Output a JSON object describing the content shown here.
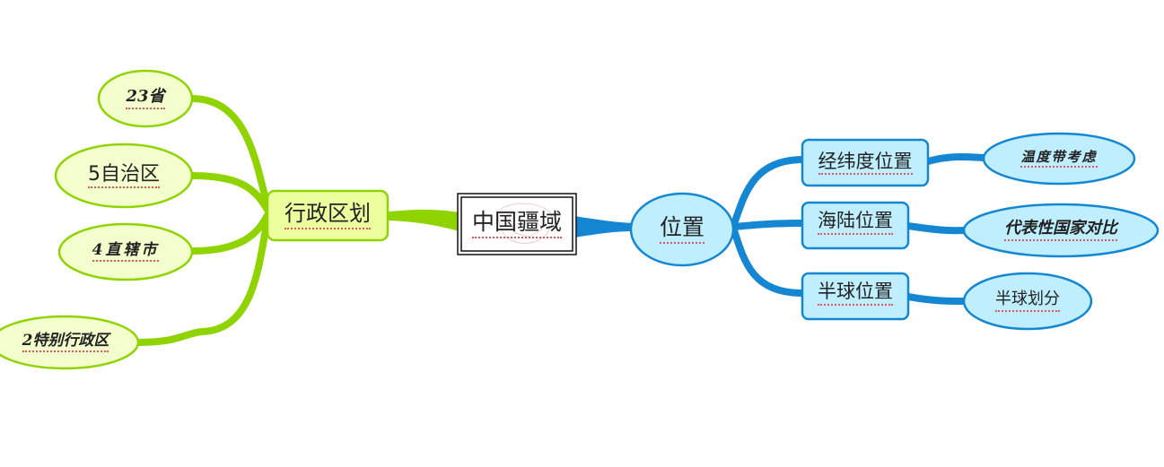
{
  "central": {
    "label": "中国疆域"
  },
  "left_branch": {
    "label": "行政区划",
    "children": [
      "23省",
      "5自治区",
      "4直辖市",
      "2特别行政区"
    ]
  },
  "right_branch": {
    "label": "位置",
    "children": [
      {
        "label": "经纬度位置",
        "leaf": "温度带考虑"
      },
      {
        "label": "海陆位置",
        "leaf": "代表性国家对比"
      },
      {
        "label": "半球位置",
        "leaf": "半球划分"
      }
    ]
  },
  "colors": {
    "green_line": "#8fd400",
    "green_fill": "#f3ffcc",
    "green_fill_rect": "#ecff9e",
    "green_stroke": "#8fd400",
    "blue_line": "#1587d2",
    "blue_fill": "#bfeeff",
    "blue_stroke": "#1587d2",
    "central_border": "#111111",
    "underline": "#e0555f"
  }
}
